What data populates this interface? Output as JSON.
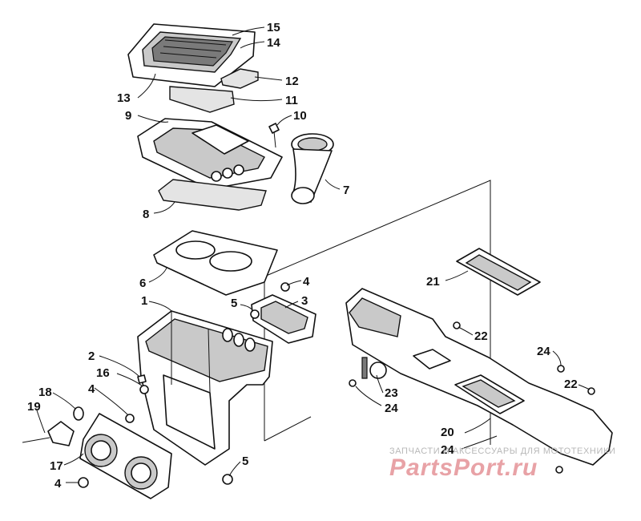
{
  "diagram": {
    "callouts": [
      "15",
      "14",
      "12",
      "13",
      "11",
      "9",
      "10",
      "7",
      "8",
      "6",
      "4",
      "1",
      "5",
      "3",
      "21",
      "22",
      "2",
      "16",
      "24",
      "22",
      "18",
      "4",
      "23",
      "24",
      "19",
      "20",
      "24",
      "17",
      "5",
      "4"
    ]
  },
  "watermark": {
    "text_line1": "ЗАПЧАСТИ И АКСЕССУАРЫ ДЛЯ МОТОТЕХНИКИ",
    "text_line2": "PartsPort.ru"
  },
  "colors": {
    "line": "#111111",
    "watermark_logo": "#e8a2a6",
    "watermark_text": "#b8b8b8"
  }
}
